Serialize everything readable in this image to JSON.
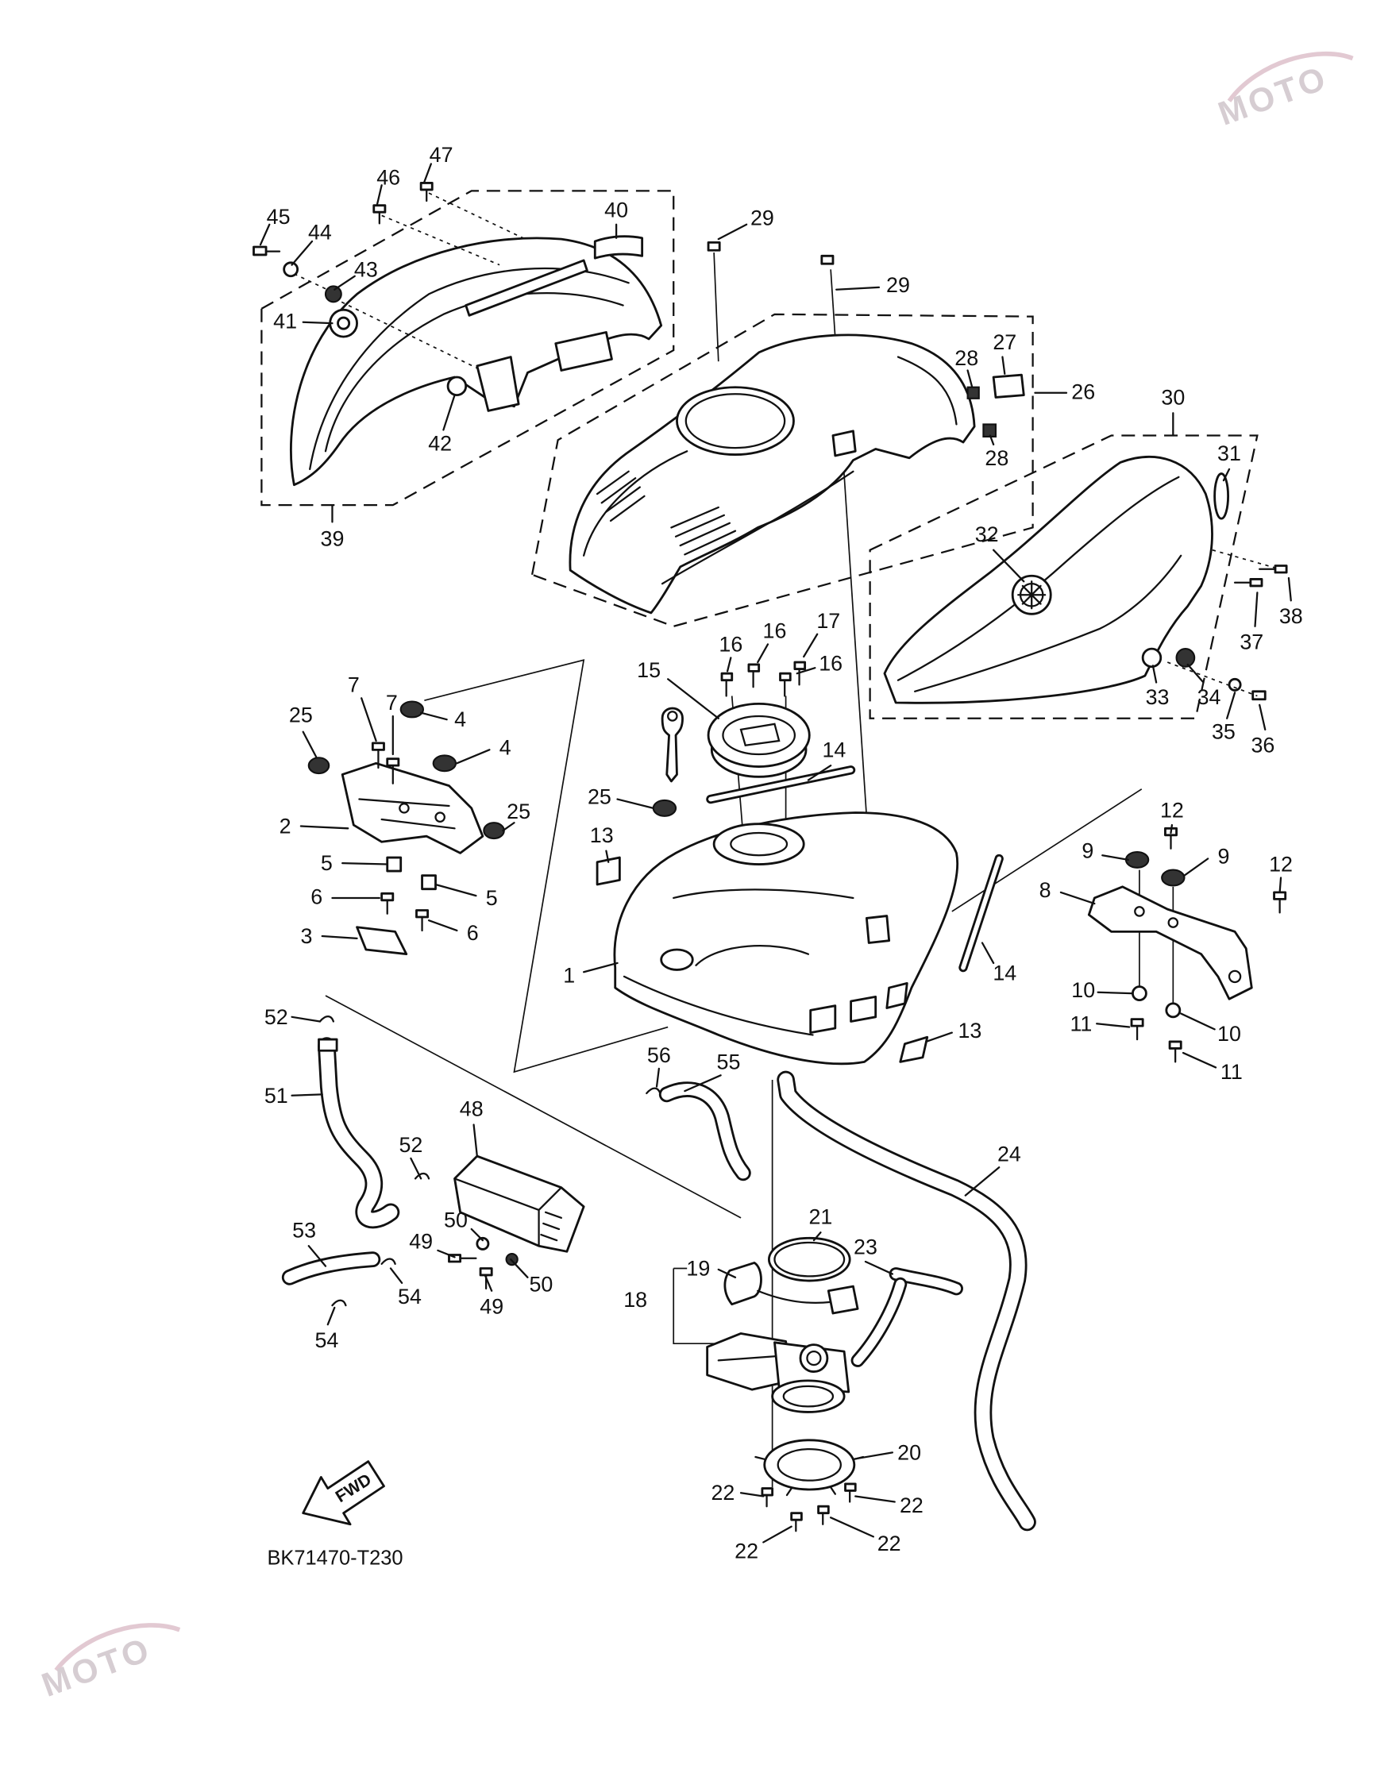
{
  "diagram": {
    "code": "BK71470-T230",
    "fwd_label": "FWD",
    "watermark_top": "MOTO",
    "watermark_bottom": "MOTO",
    "callouts": [
      "47",
      "46",
      "45",
      "44",
      "43",
      "40",
      "41",
      "42",
      "39",
      "29",
      "29",
      "27",
      "28",
      "26",
      "28",
      "30",
      "31",
      "32",
      "38",
      "37",
      "33",
      "34",
      "35",
      "36",
      "16",
      "16",
      "17",
      "16",
      "15",
      "14",
      "25",
      "13",
      "1",
      "14",
      "13",
      "7",
      "7",
      "4",
      "4",
      "25",
      "25",
      "2",
      "5",
      "5",
      "6",
      "6",
      "3",
      "12",
      "12",
      "9",
      "9",
      "8",
      "10",
      "10",
      "11",
      "11",
      "52",
      "51",
      "56",
      "55",
      "48",
      "52",
      "24",
      "53",
      "50",
      "49",
      "54",
      "50",
      "49",
      "54",
      "21",
      "23",
      "19",
      "18",
      "20",
      "22",
      "22",
      "22",
      "22"
    ]
  }
}
